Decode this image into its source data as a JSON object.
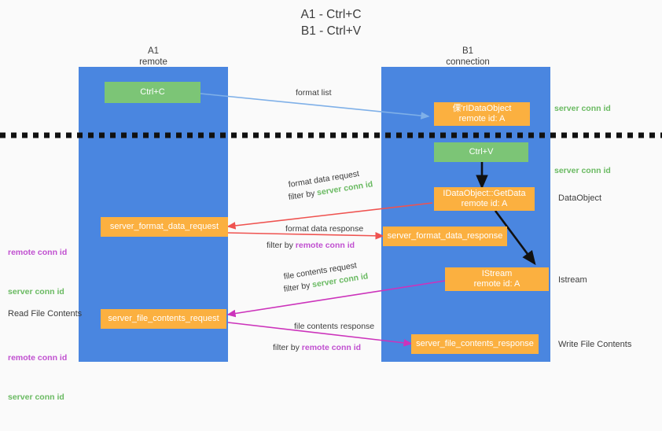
{
  "title": "A1 - Ctrl+C\nB1 - Ctrl+V",
  "colors": {
    "lane": "#4a86e0",
    "green_box": "#7cc576",
    "orange_box": "#fbb040",
    "server_conn_id": "#6aba62",
    "remote_conn_id": "#c04fd0",
    "arrow_blue": "#7fb0e8",
    "arrow_red": "#ef5350",
    "arrow_magenta": "#cc33bb",
    "arrow_black": "#111111",
    "background": "#fafafa"
  },
  "columns": [
    {
      "name": "A1",
      "subtitle": "remote"
    },
    {
      "name": "B1",
      "subtitle": "connection"
    }
  ],
  "boxes": {
    "ctrl_c": "Ctrl+C",
    "ctrl_v": "Ctrl+V",
    "idataobject": "倮'rIDataObject\nremote id: A",
    "getdata": "IDataObject::GetData\nremote id: A",
    "istream": "IStream\nremote id: A",
    "server_format_data_request": "server_format_data_request",
    "server_format_data_response": "server_format_data_response",
    "server_file_contents_request": "server_file_contents_request",
    "server_file_contents_response": "server_file_contents_response"
  },
  "right_labels": {
    "server_conn_id_top": "server conn id",
    "server_conn_id_mid": "server conn id",
    "data_object": "DataObject",
    "istream": "Istream",
    "write_file_contents": "Write File Contents"
  },
  "left_labels": {
    "read_file_contents": "Read File Contents",
    "remote_conn_id": "remote conn id",
    "server_conn_id": "server conn id"
  },
  "arrow_labels": {
    "format_list": "format list",
    "format_data_request": "format data request",
    "format_data_request_filter_prefix": "filter by ",
    "format_data_request_filter_value": "server conn id",
    "format_data_response": "format data response",
    "format_data_response_filter_prefix": "filter by ",
    "format_data_response_filter_value": "remote conn id",
    "file_contents_request": "file contents request",
    "file_contents_request_filter_prefix": "filter by ",
    "file_contents_request_filter_value": "server conn id",
    "file_contents_response": "file contents response",
    "file_contents_response_filter_prefix": "filter by ",
    "file_contents_response_filter_value": "remote conn id"
  }
}
